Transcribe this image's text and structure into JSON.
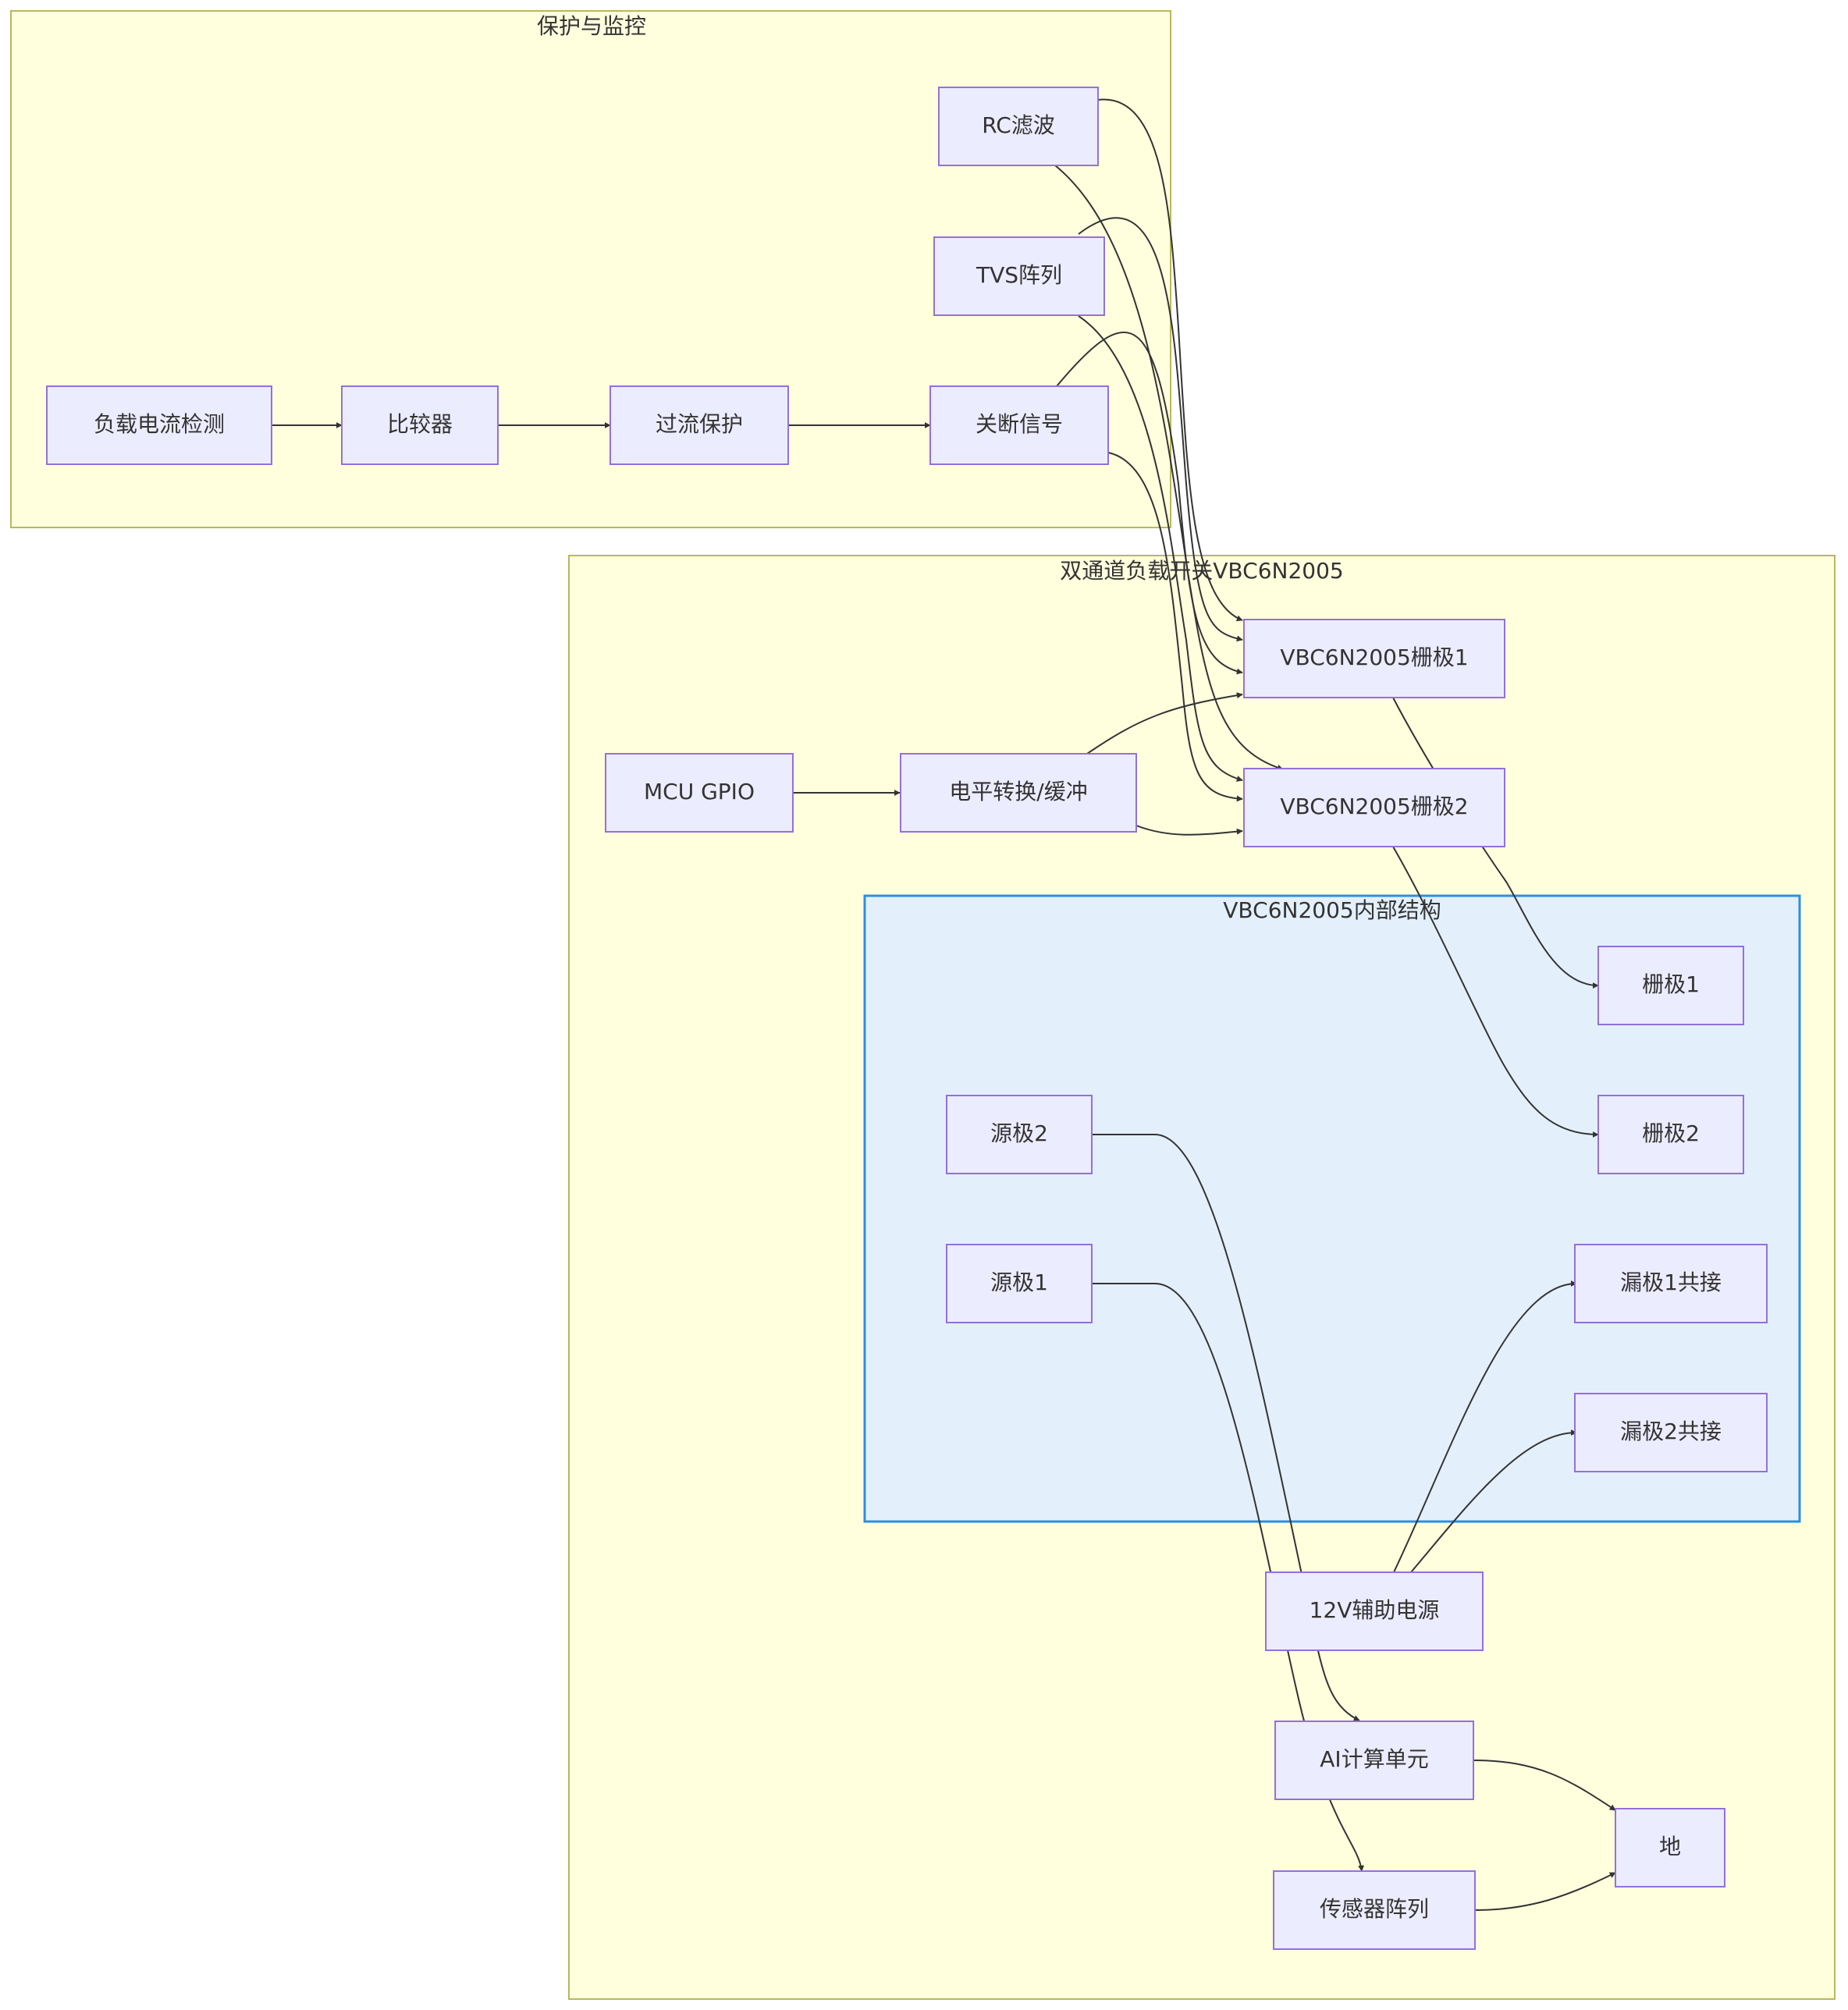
{
  "clusters": {
    "protection": "保护与监控",
    "switch": "双通道负载开关VBC6N2005",
    "internal": "VBC6N2005内部结构"
  },
  "nodes": {
    "load_detect": "负载电流检测",
    "comparator": "比较器",
    "ocp": "过流保护",
    "shutdown": "关断信号",
    "rc": "RC滤波",
    "tvs": "TVS阵列",
    "mcu": "MCU GPIO",
    "level": "电平转换/缓冲",
    "gate1_ext": "VBC6N2005栅极1",
    "gate2_ext": "VBC6N2005栅极2",
    "g1": "栅极1",
    "g2": "栅极2",
    "s2": "源极2",
    "s1": "源极1",
    "d1": "漏极1共接",
    "d2": "漏极2共接",
    "aux": "12V辅助电源",
    "ai": "AI计算单元",
    "sensor": "传感器阵列",
    "gnd": "地"
  }
}
